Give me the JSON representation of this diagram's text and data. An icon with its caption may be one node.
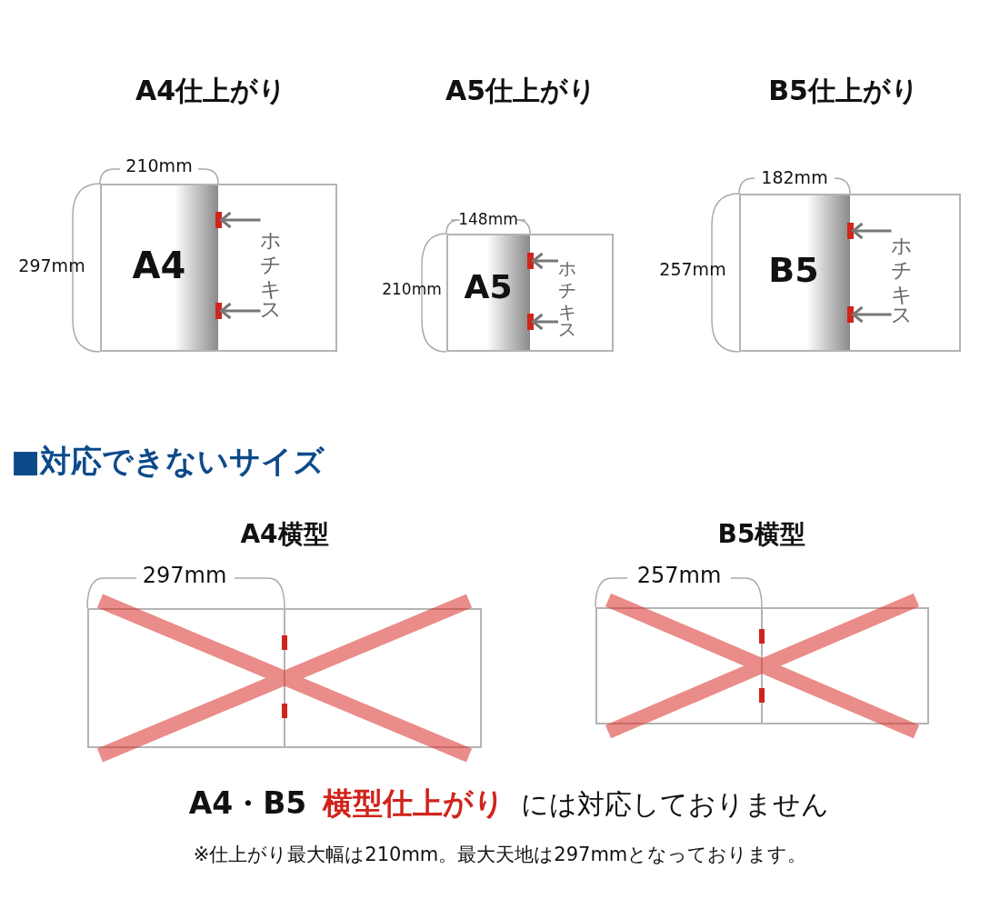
{
  "diagram": {
    "nodes": [
      {
        "text": [
          "A4仕上がり",
          "A4"
        ]
      },
      {
        "text": [],
        "shape": "bar",
        "in": 0
      },
      {
        "text": [],
        "shape": "bar",
        "in": 0
      },
      {
        "text": [
          "ホチキス"
        ],
        "in": 0
      },
      {
        "text": [
          "A5仕上がり",
          "A5"
        ]
      },
      {
        "text": [],
        "shape": "bar",
        "in": 4
      },
      {
        "text": [],
        "shape": "bar",
        "in": 4
      },
      {
        "text": [
          "ホチキス"
        ],
        "in": 4
      },
      {
        "text": [
          "B5仕上がり",
          "B5"
        ]
      },
      {
        "text": [],
        "shape": "bar",
        "in": 8
      },
      {
        "text": [],
        "shape": "bar",
        "in": 8
      },
      {
        "text": [
          "ホチキス"
        ],
        "in": 8
      },
      {
        "text": [
          "A4横型"
        ]
      },
      {
        "text": [],
        "shape": "bar",
        "in": 12
      },
      {
        "text": [],
        "shape": "bar",
        "in": 12
      },
      {
        "text": [
          "B5横型"
        ]
      },
      {
        "text": [],
        "shape": "bar",
        "in": 15
      },
      {
        "text": [],
        "shape": "bar",
        "in": 15
      }
    ],
    "edges": [
      {
        "from": 3,
        "to": 1,
        "arrow": "to"
      },
      {
        "from": 3,
        "to": 2,
        "arrow": "to"
      },
      {
        "from": 7,
        "to": 5,
        "arrow": "to"
      },
      {
        "from": 7,
        "to": 6,
        "arrow": "to"
      },
      {
        "from": 11,
        "to": 9,
        "arrow": "to"
      },
      {
        "from": 11,
        "to": 10,
        "arrow": "to"
      }
    ],
    "labels": [
      "210mm",
      "297mm",
      "148mm",
      "210mm",
      "182mm",
      "257mm",
      "■対応できないサイズ",
      "297mm",
      "257mm",
      "A4・B5",
      "横型仕上がり",
      "には対応しておりません",
      "※仕上がり最大幅は210mm。最大天地は297mmとなっております。"
    ]
  }
}
